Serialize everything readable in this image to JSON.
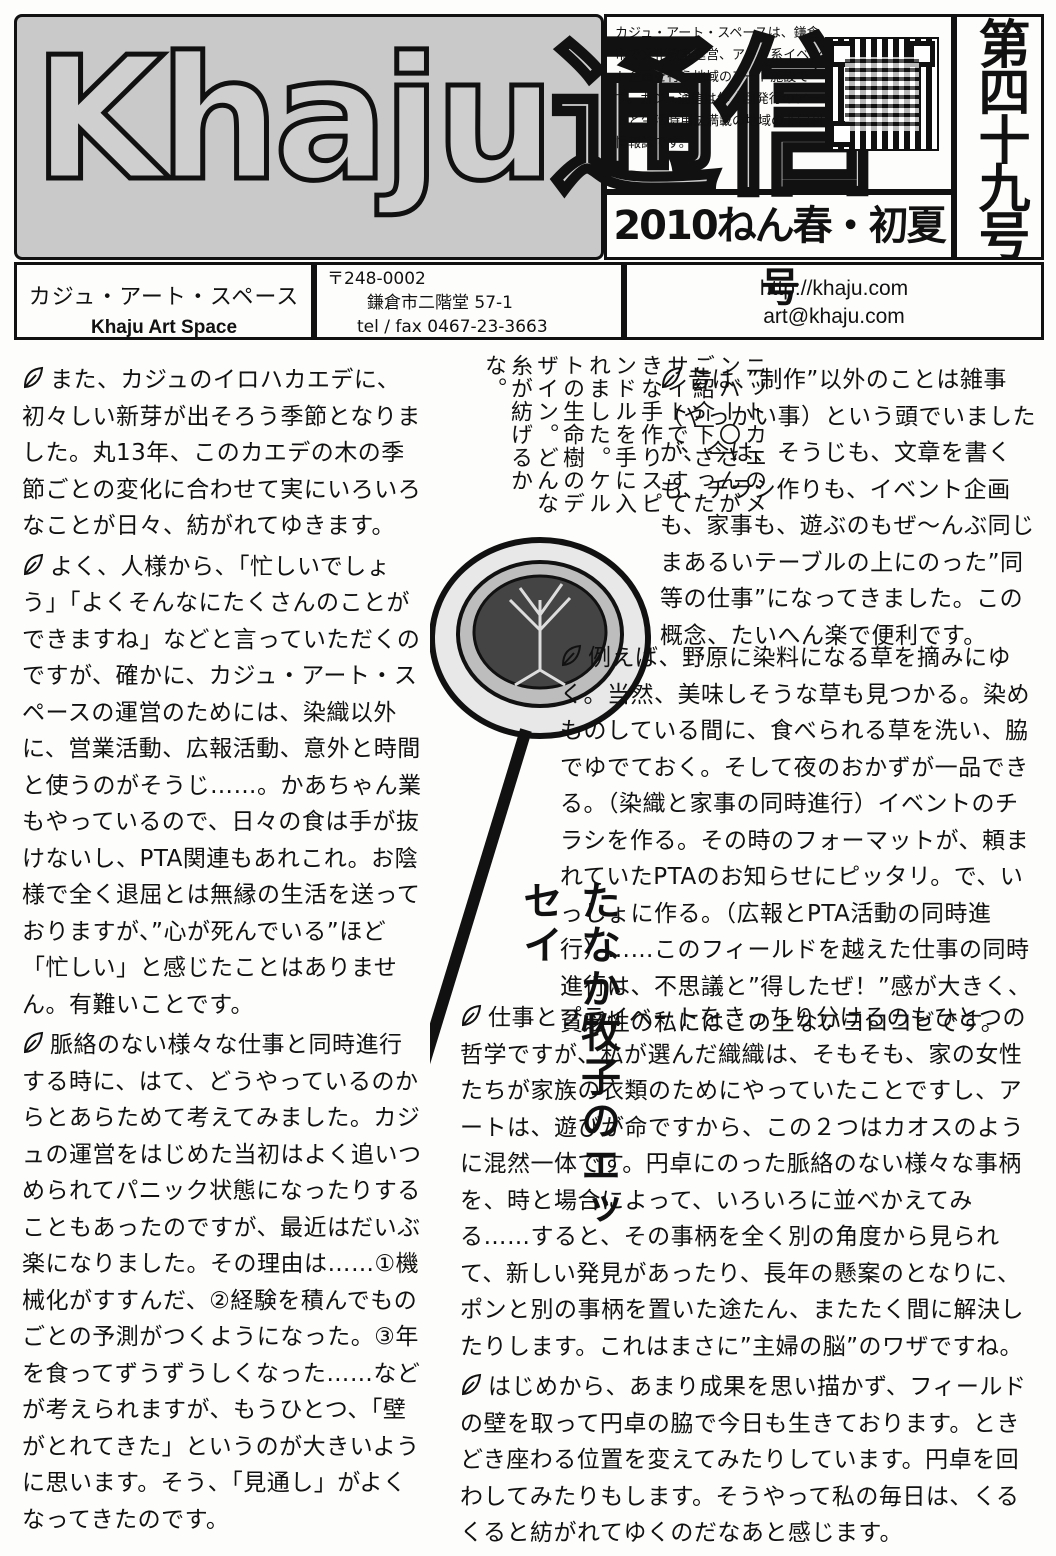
{
  "masthead": {
    "title": "Khaju通信"
  },
  "info": {
    "text": "カジュ・アート・スペースは、鎌倉市で文化教室運営、アート系イベント企画を行う地域のアート施設です。カジュ通信は年４回発行のアートと生活時用法満載の地域の非営利情報誌です。"
  },
  "issue": {
    "season": "2010ねん春・初夏号",
    "number": "第四十九号"
  },
  "address": {
    "name_jp": "カジュ・アート・スペース",
    "name_en": "Khaju Art Space",
    "postal": "〒248-0002",
    "street": "鎌倉市二階堂 57-1",
    "tel": "tel / fax  0467-23-3663",
    "url": "http://khaju.com",
    "email": "art@khaju.com"
  },
  "left_column": [
    "また、カジュのイロハカエデに、初々しい新芽が出そろう季節となりました。丸13年、このカエデの木の季節ごとの変化に合わせて実にいろいろなことが日々、紡がれてゆきます。",
    "よく、人様から、「忙しいでしょう」「よくそんなにたくさんのことができますね」などと言っていただくのですが、確かに、カジュ・アート・スペースの運営のためには、染織以外に、営業活動、広報活動、意外と時間と使うのがそうじ……。かあちゃん業もやっているので、日々の食は手が抜けないし、PTA関連もあれこれ。お陰様で全く退屈とは無縁の生活を送っておりますが、”心が死んでいる”ほど「忙しい」と感じたことはありません。有難いことです。",
    "脈絡のない様々な仕事と同時進行する時に、はて、どうやっているのからとあらためて考えてみました。カジュの運営をはじめた当初はよく追いつめられてパニック状態になったりすることもあったのですが、最近はだいぶ楽になりました。その理由は……①機械化がすすんだ、②経験を積んでものごとの予測がつくようになった。③年を食ってずうずうしくなった……などが考えられますが、もうひとつ、「壁がとれてきた」というのが大きいように思います。そう、「見通し」がよくなってきたのです。"
  ],
  "center_column": "ニットカエのメンバー〇さんがご紹介下さったサイトで、すてきな手作りスピンドルを手に入れました。ケルトの生命樹のデザイン。どんな糸が紡げるかな。",
  "byline": "たなか牧子のエッセイ",
  "right_column": [
    "昔は、”制作”以外のことは雑事（やっかい事）という頭でいましたが、今は、そうじも、文章を書くも、チラシ作りも、イベント企画も、家事も、遊ぶのもぜ〜んぶ同じまあるいテーブルの上にのった”同等の仕事”になってきました。この概念、たいへん楽で便利です。",
    "例えば、野原に染料になる草を摘みにゆく。当然、美味しそうな草も見つかる。染めものしている間に、食べられる草を洗い、脇でゆでておく。そして夜のおかずが一品できる。（染織と家事の同時進行）イベントのチラシを作る。その時のフォーマットが、頼まれていたPTAのお知らせにピッタリ。で、いっしょに作る。（広報とPTA活動の同時進行）……このフィールドを越えた仕事の同時進行は、不思議と”得したぜ！”感が大きく、貧乏性の私にはこの上ないヨロコビです。",
    "仕事とプライベートをきっちり分けるのもひとつの哲学ですが、私が選んだ織織は、そもそも、家の女性たちが家族の衣類のためにやっていたことですし、アートは、遊びが命ですから、この２つはカオスのように混然一体です。円卓にのった脈絡のない様々な事柄を、時と場合によって、いろいろに並べかえてみる……すると、その事柄を全く別の角度から見られて、新しい発見があったり、長年の懸案のとなりに、ポンと別の事柄を置いた途たん、またたく間に解決したりします。これはまさに”主婦の脳”のワザですね。",
    "はじめから、あまり成果を思い描かず、フィールドの壁を取って円卓の脇で今日も生きております。ときどき座わる位置を変えてみたりしています。円卓を回わしてみたりもします。そうやって私の毎日は、くるくると紡がれてゆくのだなあと感じます。"
  ],
  "icons": {
    "leaf": "leaf-icon",
    "pendant": "spindle-illustration",
    "qr": "qr-code"
  }
}
